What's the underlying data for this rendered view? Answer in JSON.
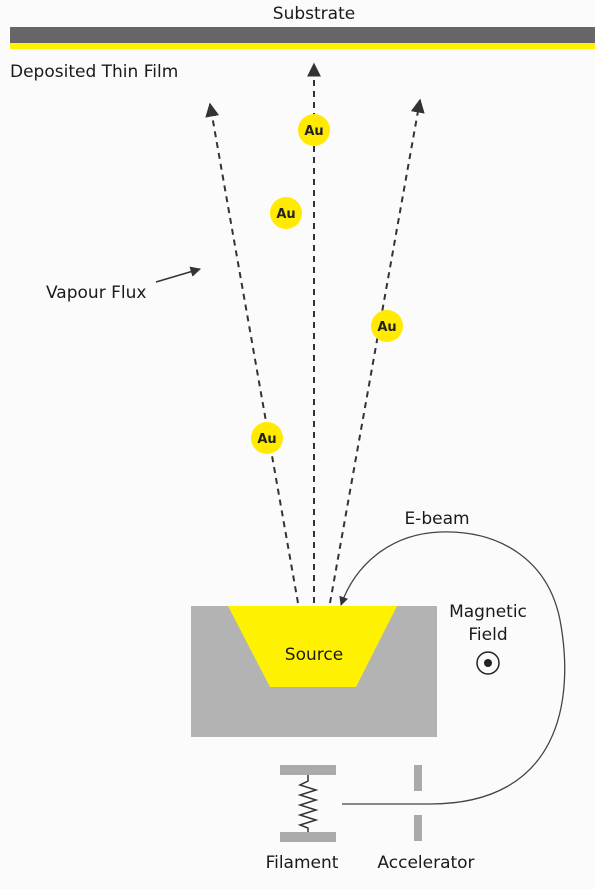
{
  "labels": {
    "substrate": "Substrate",
    "film": "Deposited Thin Film",
    "vapour_flux": "Vapour Flux",
    "ebeam": "E-beam",
    "magnetic_1": "Magnetic",
    "magnetic_2": "Field",
    "source": "Source",
    "filament": "Filament",
    "accelerator": "Accelerator"
  },
  "atoms": [
    "Au",
    "Au",
    "Au",
    "Au"
  ],
  "colors": {
    "substrate": "#666666",
    "film": "#fff200",
    "crucible": "#b3b3b3",
    "source": "#fff200",
    "atom": "#ffea00",
    "line": "#333333"
  },
  "icons": {
    "magnetic_field": "field-out-of-page-icon",
    "filament": "coil-icon"
  }
}
